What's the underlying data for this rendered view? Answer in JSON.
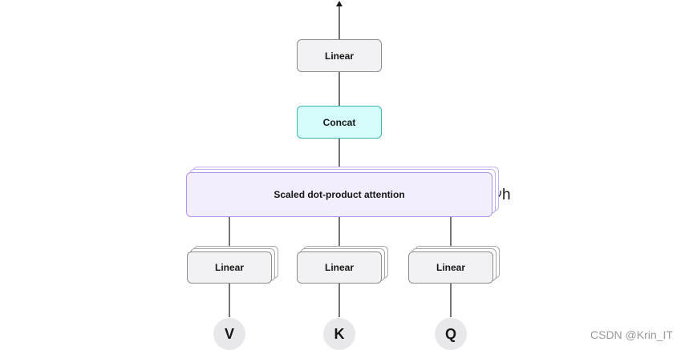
{
  "diagram": {
    "top_linear": {
      "label": "Linear"
    },
    "concat": {
      "label": "Concat"
    },
    "attention": {
      "label": "Scaled dot-product attention",
      "repeat_label": "h"
    },
    "linears": [
      {
        "label": "Linear"
      },
      {
        "label": "Linear"
      },
      {
        "label": "Linear"
      }
    ],
    "inputs": [
      {
        "label": "V"
      },
      {
        "label": "K"
      },
      {
        "label": "Q"
      }
    ]
  },
  "watermark": "CSDN @Krin_IT"
}
